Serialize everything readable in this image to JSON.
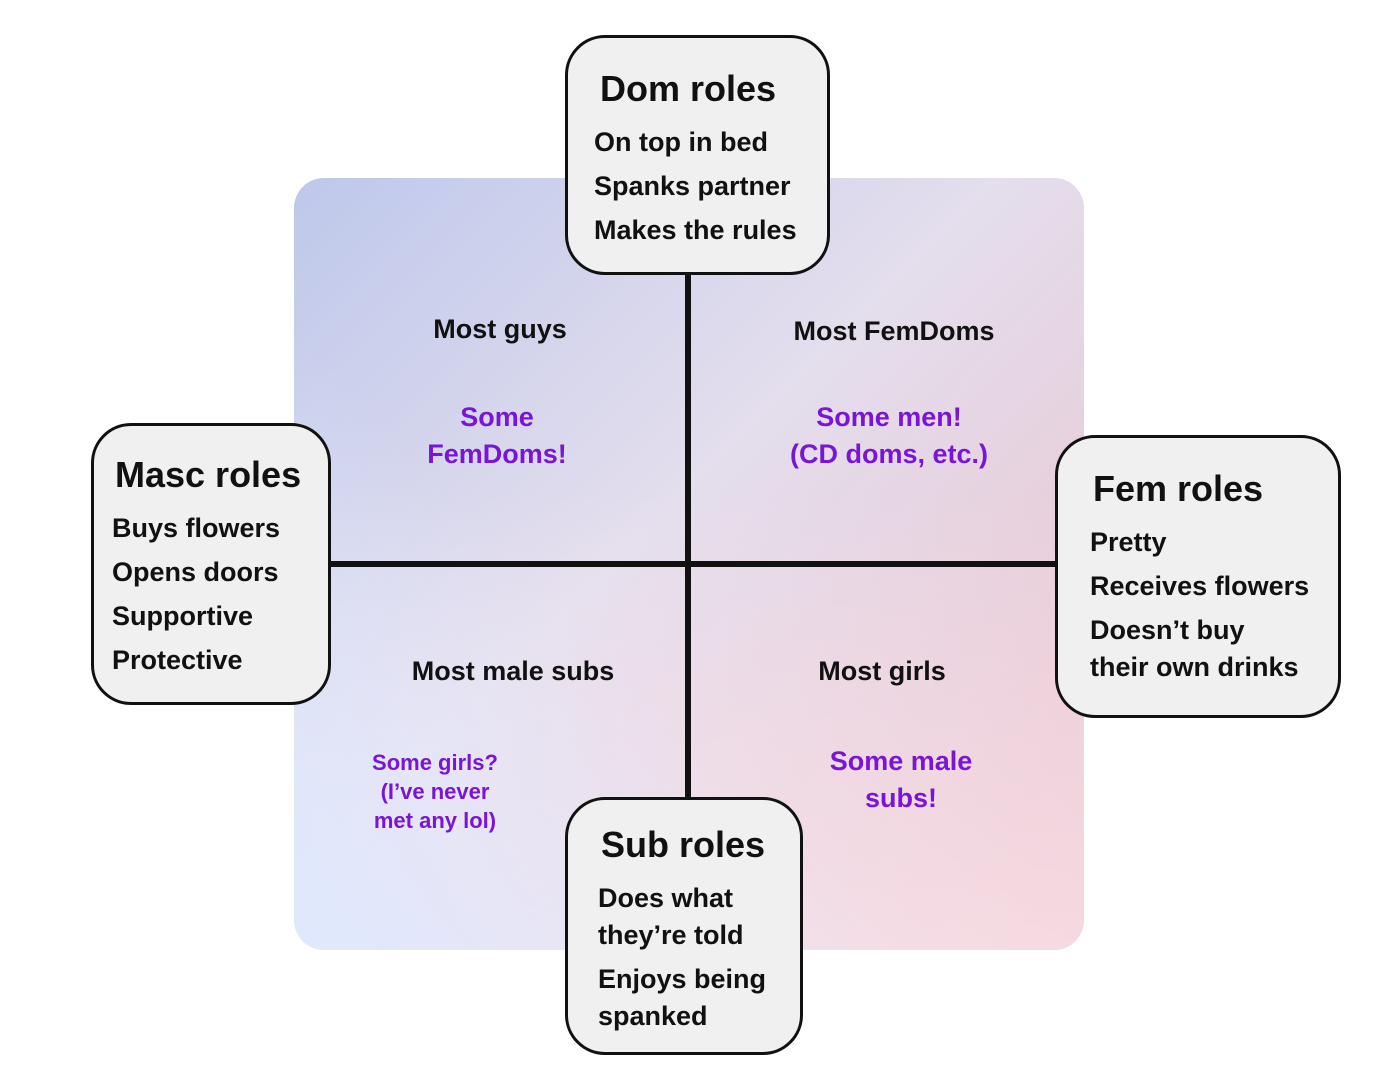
{
  "roles": {
    "dom": {
      "title": "Dom roles",
      "items": [
        "On top in bed",
        "Spanks partner",
        "Makes the rules"
      ]
    },
    "masc": {
      "title": "Masc roles",
      "items": [
        "Buys flowers",
        "Opens doors",
        "Supportive",
        "Protective"
      ]
    },
    "fem": {
      "title": "Fem roles",
      "items": [
        "Pretty",
        "Receives flowers",
        "Doesn’t buy\ntheir own drinks"
      ]
    },
    "sub": {
      "title": "Sub roles",
      "items": [
        "Does what\nthey’re told",
        "Enjoys being\nspanked"
      ]
    }
  },
  "quadrants": {
    "top_left": {
      "main": "Most guys",
      "note": "Some\nFemDoms!"
    },
    "top_right": {
      "main": "Most FemDoms",
      "note": "Some men!\n(CD doms, etc.)"
    },
    "bottom_left": {
      "main": "Most male subs",
      "note": "Some girls?\n(I’ve never\nmet any lol)"
    },
    "bottom_right": {
      "main": "Most girls",
      "note": "Some male\nsubs!"
    }
  },
  "colors": {
    "note_text": "#7a14d6",
    "box_fill": "#f0f0f0",
    "axis": "#111111"
  }
}
